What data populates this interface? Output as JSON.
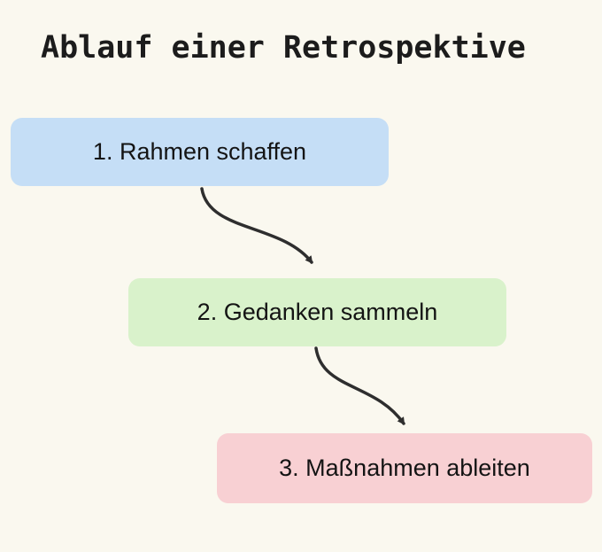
{
  "diagram": {
    "title": "Ablauf einer Retrospektive",
    "background_color": "#faf8ef",
    "arrow_color": "#2e2e2e",
    "text_color": "#141414",
    "nodes": [
      {
        "id": "step-1",
        "label": "1. Rahmen schaffen",
        "fill": "#c5def6"
      },
      {
        "id": "step-2",
        "label": "2. Gedanken sammeln",
        "fill": "#d9f2cb"
      },
      {
        "id": "step-3",
        "label": "3. Maßnahmen ableiten",
        "fill": "#f8d0d3"
      }
    ],
    "edges": [
      {
        "from": "step-1",
        "to": "step-2"
      },
      {
        "from": "step-2",
        "to": "step-3"
      }
    ]
  }
}
